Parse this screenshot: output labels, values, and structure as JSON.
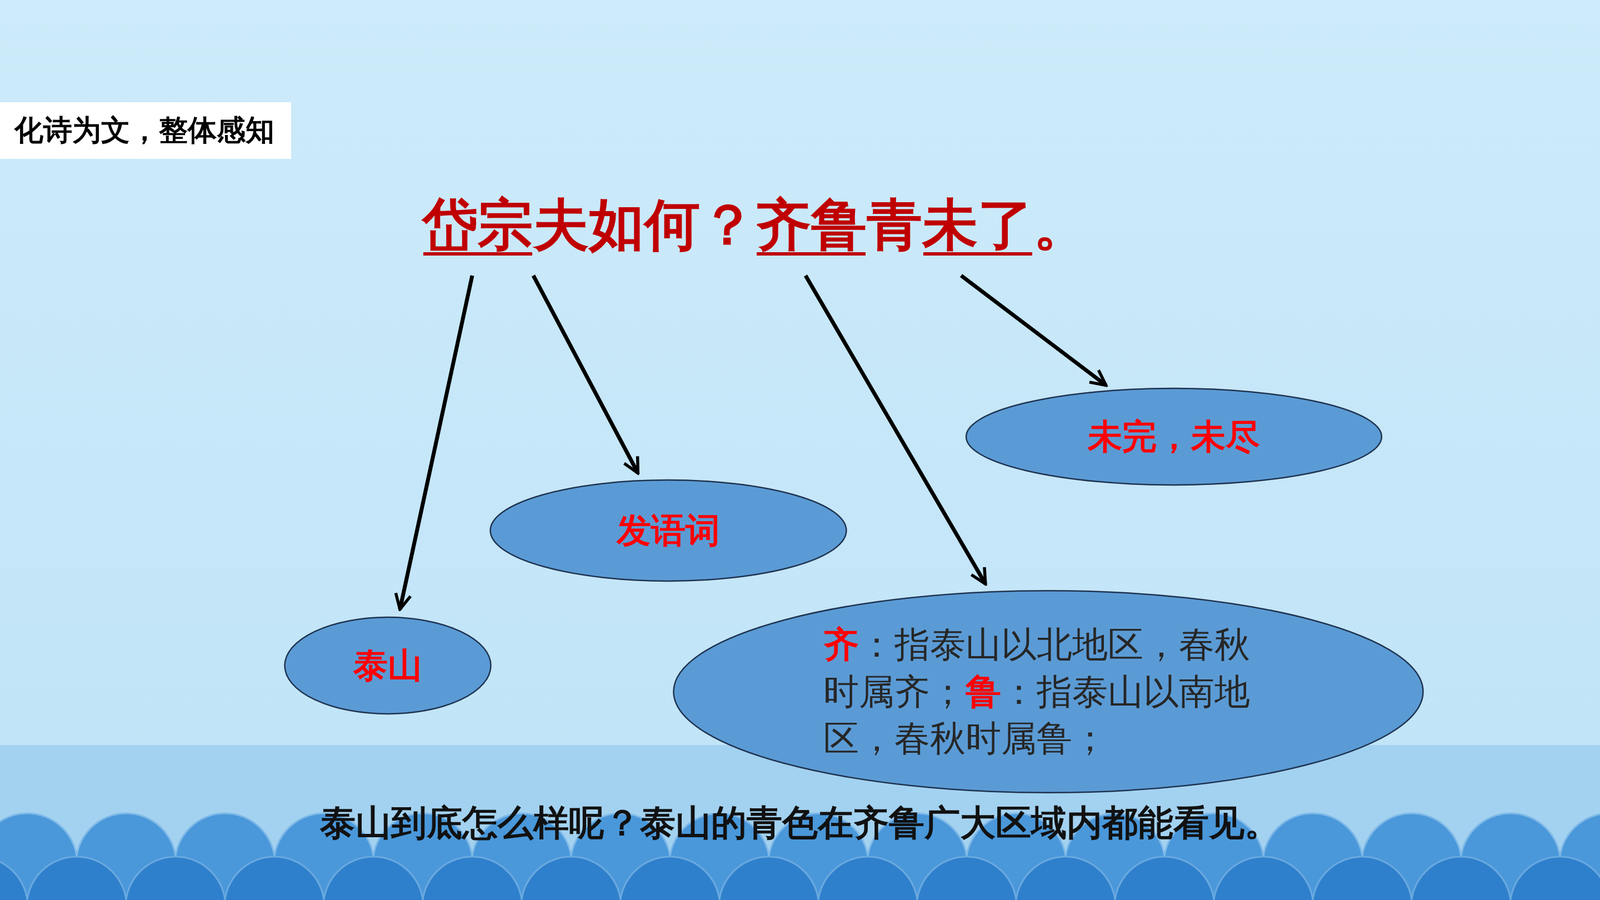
{
  "diagram": {
    "title": "化诗为文，整体感知",
    "caption": "泰山到底怎么样呢？泰山的青色在齐鲁广大区域内都能看见。",
    "nodes": [
      {
        "text": [
          "岱宗夫如何？齐鲁青未了。"
        ]
      },
      {
        "text": [
          "未完，未尽"
        ]
      },
      {
        "text": [
          "发语词"
        ]
      },
      {
        "text": [
          "泰山"
        ]
      },
      {
        "text": [
          "齐",
          "：指泰山以北地区，春秋时属齐；",
          "鲁",
          "：指泰山以南地区，春秋时属鲁；"
        ]
      }
    ],
    "edges": [
      {
        "from": 0,
        "to": 3,
        "arrow": "to"
      },
      {
        "from": 0,
        "to": 2,
        "arrow": "to"
      },
      {
        "from": 0,
        "to": 4,
        "arrow": "to"
      },
      {
        "from": 0,
        "to": 1,
        "arrow": "to"
      }
    ]
  }
}
